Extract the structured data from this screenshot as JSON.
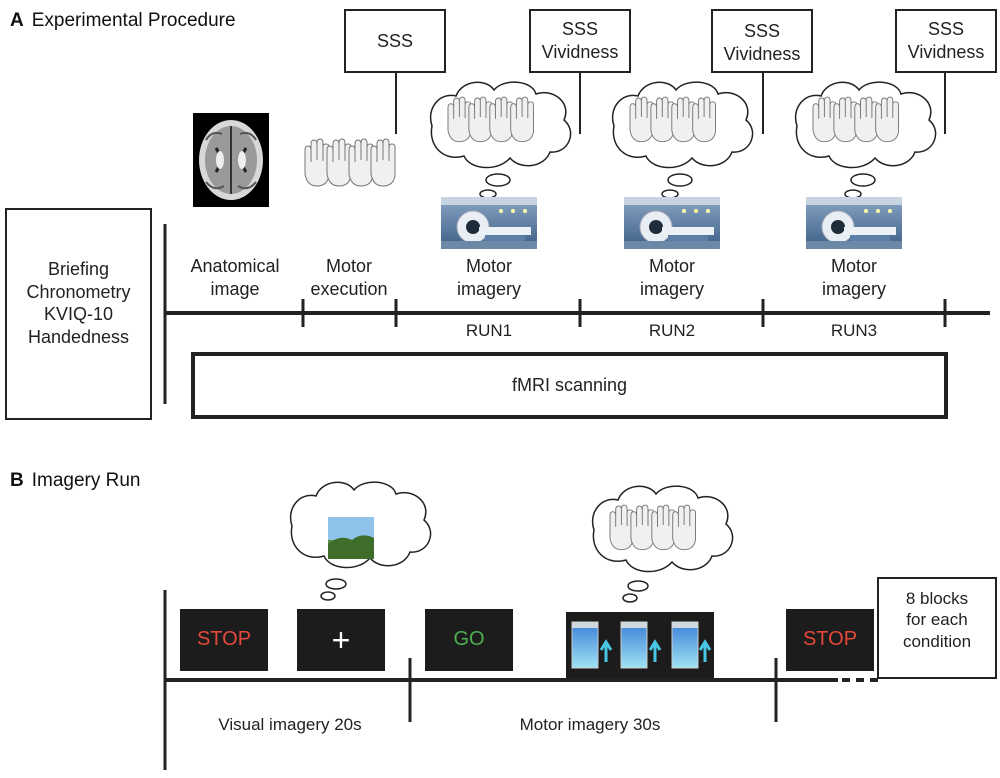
{
  "section_a": {
    "letter": "A",
    "title": "Experimental Procedure"
  },
  "section_b": {
    "letter": "B",
    "title": "Imagery Run"
  },
  "pre_session_box": {
    "lines": "Briefing\nChronometry\nKVIQ-10\nHandedness"
  },
  "stages": [
    {
      "label": "Anatomical\nimage"
    },
    {
      "label": "Motor\nexecution"
    },
    {
      "label": "Motor\nimagery"
    },
    {
      "label": "Motor\nimagery"
    },
    {
      "label": "Motor\nimagery"
    }
  ],
  "runs": [
    "RUN1",
    "RUN2",
    "RUN3"
  ],
  "questionnaires": [
    "SSS",
    "SSS\nVividness",
    "SSS\nVividness",
    "SSS\nVividness"
  ],
  "scanning_label": "fMRI scanning",
  "screens": {
    "stop": "STOP",
    "fixation": "+",
    "go": "GO",
    "stop_color": "#e4483a",
    "go_color": "#4caf50"
  },
  "blocks_note": "8 blocks\nfor each\ncondition",
  "phases": {
    "visual": "Visual imagery 20s",
    "motor": "Motor imagery 30s"
  },
  "icons": [
    "brain-mri-icon",
    "hands-icon",
    "thought-cloud-icon",
    "mri-scanner-icon",
    "landscape-icon"
  ]
}
